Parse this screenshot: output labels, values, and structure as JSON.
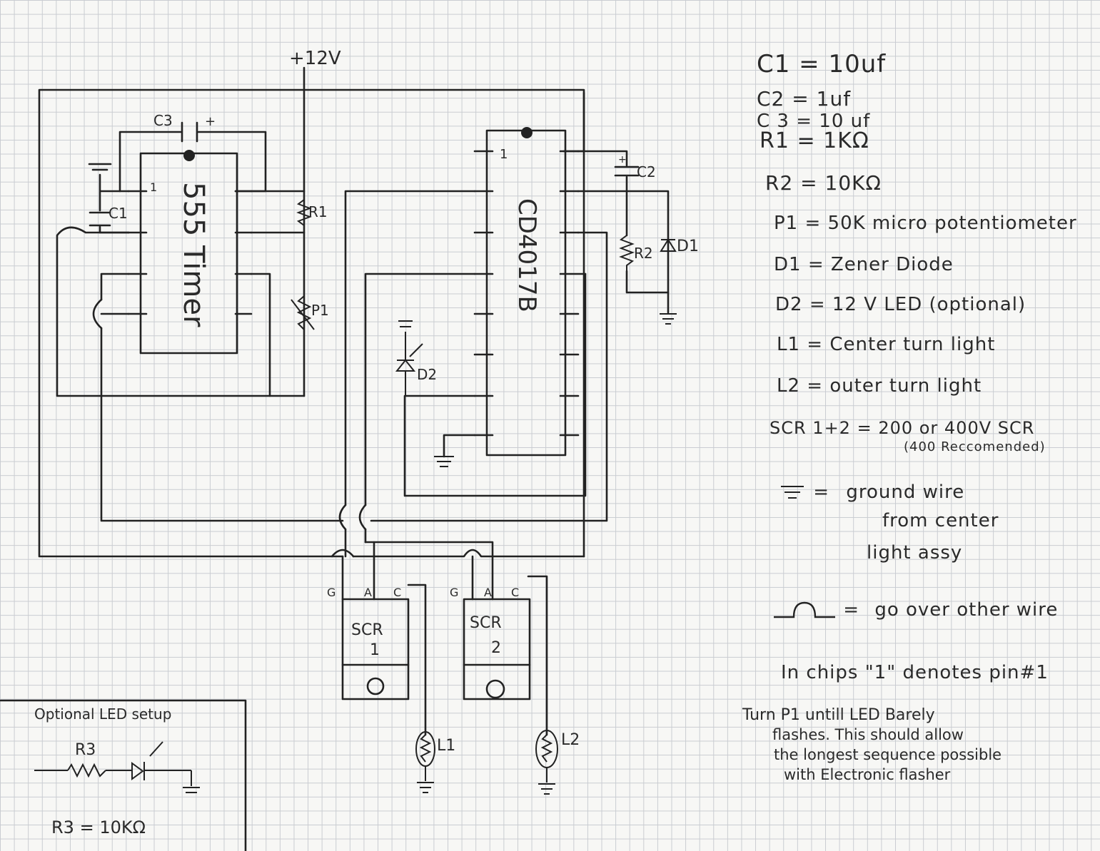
{
  "supply": "+12V",
  "chips": {
    "timer": {
      "label": "555 Timer",
      "pin1": "1"
    },
    "counter": {
      "label": "CD4017B",
      "pin1": "1"
    }
  },
  "labels": {
    "c1": "C1",
    "c2": "C2",
    "c3": "C3",
    "r1": "R1",
    "r2": "R2",
    "p1": "P1",
    "d1": "D1",
    "d2": "D2",
    "l1": "L1",
    "l2": "L2",
    "plus": "+"
  },
  "scr": [
    {
      "name": "SCR",
      "num": "1",
      "pins": [
        "G",
        "A",
        "C"
      ]
    },
    {
      "name": "SCR",
      "num": "2",
      "pins": [
        "G",
        "A",
        "C"
      ]
    }
  ],
  "optional_box": {
    "title": "Optional LED setup",
    "r3": "R3",
    "value": "R3 = 10KΩ"
  },
  "legend": {
    "c1": "C1 =  10uf",
    "c2": "C2 =  1uf",
    "c3": "C 3 =  10 uf",
    "r1": "R1 =  1KΩ",
    "r2": "R2 =  10KΩ",
    "p1": "P1 =  50K micro potentiometer",
    "d1": "D1 = Zener Diode",
    "d2": "D2 = 12 V LED  (optional)",
    "l1": "L1 =  Center turn light",
    "l2": "L2 =  outer turn light",
    "scr": "SCR 1+2 = 200 or 400V SCR",
    "scr_note": "(400 Reccomended)",
    "ground_eq": "=",
    "ground_line1": "ground wire",
    "ground_line2": "from center",
    "ground_line3": "light assy",
    "hop_eq": "=",
    "hop_text": "go over other wire",
    "pin_note": "In chips \"1\" denotes pin#1",
    "turn_1": "Turn  P1  untill LED Barely",
    "turn_2": "flashes. This should allow",
    "turn_3": "the longest sequence possible",
    "turn_4": "with Electronic flasher"
  }
}
